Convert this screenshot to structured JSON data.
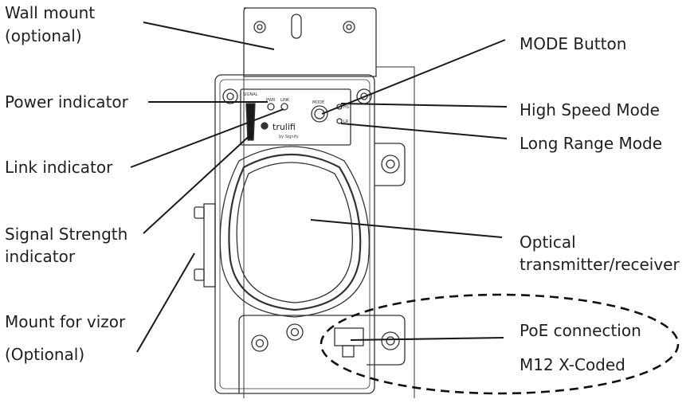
{
  "labels": {
    "wall_mount_1": "Wall mount",
    "wall_mount_2": "(optional)",
    "power_indicator": "Power indicator",
    "link_indicator": "Link indicator",
    "signal_strength_1": "Signal Strength",
    "signal_strength_2": "indicator",
    "mount_vizor_1": "Mount for vizor",
    "mount_vizor_2": "(Optional)",
    "mode_button": "MODE Button",
    "high_speed": "High Speed Mode",
    "long_range": "Long Range Mode",
    "optical_1": "Optical",
    "optical_2": "transmitter/receiver",
    "poe_1": "PoE connection",
    "poe_2": "M12 X-Coded"
  },
  "device": {
    "brand": "trulifi",
    "brand_sub": "by Signify",
    "panel_signal": "SIGNAL",
    "panel_pwr": "PWR",
    "panel_link": "LINK",
    "panel_mode": "MODE",
    "panel_hs": "HS",
    "panel_lr": "LR"
  }
}
